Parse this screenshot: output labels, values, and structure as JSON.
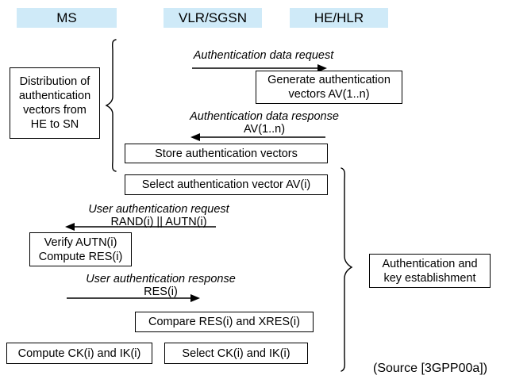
{
  "diagram": {
    "title_note": "(Source [3GPP00a])",
    "accent_header_bg": "#cfeaf8",
    "stroke_color": "#000000",
    "lanes": [
      {
        "label": "MS"
      },
      {
        "label": "VLR/SGSN"
      },
      {
        "label": "HE/HLR"
      }
    ],
    "phases": [
      {
        "label_lines": [
          "Distribution of",
          "authentication",
          "vectors from",
          "HE to SN"
        ]
      },
      {
        "label_lines": [
          "Authentication and",
          "key establishment"
        ]
      }
    ],
    "boxes": [
      {
        "lines": [
          "Generate authentication",
          "vectors AV(1..n)"
        ]
      },
      {
        "lines": [
          "Store authentication vectors"
        ]
      },
      {
        "lines": [
          "Select authentication vector AV(i)"
        ]
      },
      {
        "lines": [
          "Verify AUTN(i)",
          "Compute RES(i)"
        ]
      },
      {
        "lines": [
          "Compare RES(i) and XRES(i)"
        ]
      },
      {
        "lines": [
          "Compute CK(i) and IK(i)"
        ]
      },
      {
        "lines": [
          "Select CK(i) and IK(i)"
        ]
      }
    ],
    "messages": [
      {
        "title": "Authentication data request",
        "payload": "",
        "direction": "right"
      },
      {
        "title": "Authentication data response",
        "payload": "AV(1..n)",
        "direction": "left"
      },
      {
        "title": "User authentication request",
        "payload": "RAND(i) || AUTN(i)",
        "direction": "left"
      },
      {
        "title": "User authentication response",
        "payload": "RES(i)",
        "direction": "right"
      }
    ]
  }
}
